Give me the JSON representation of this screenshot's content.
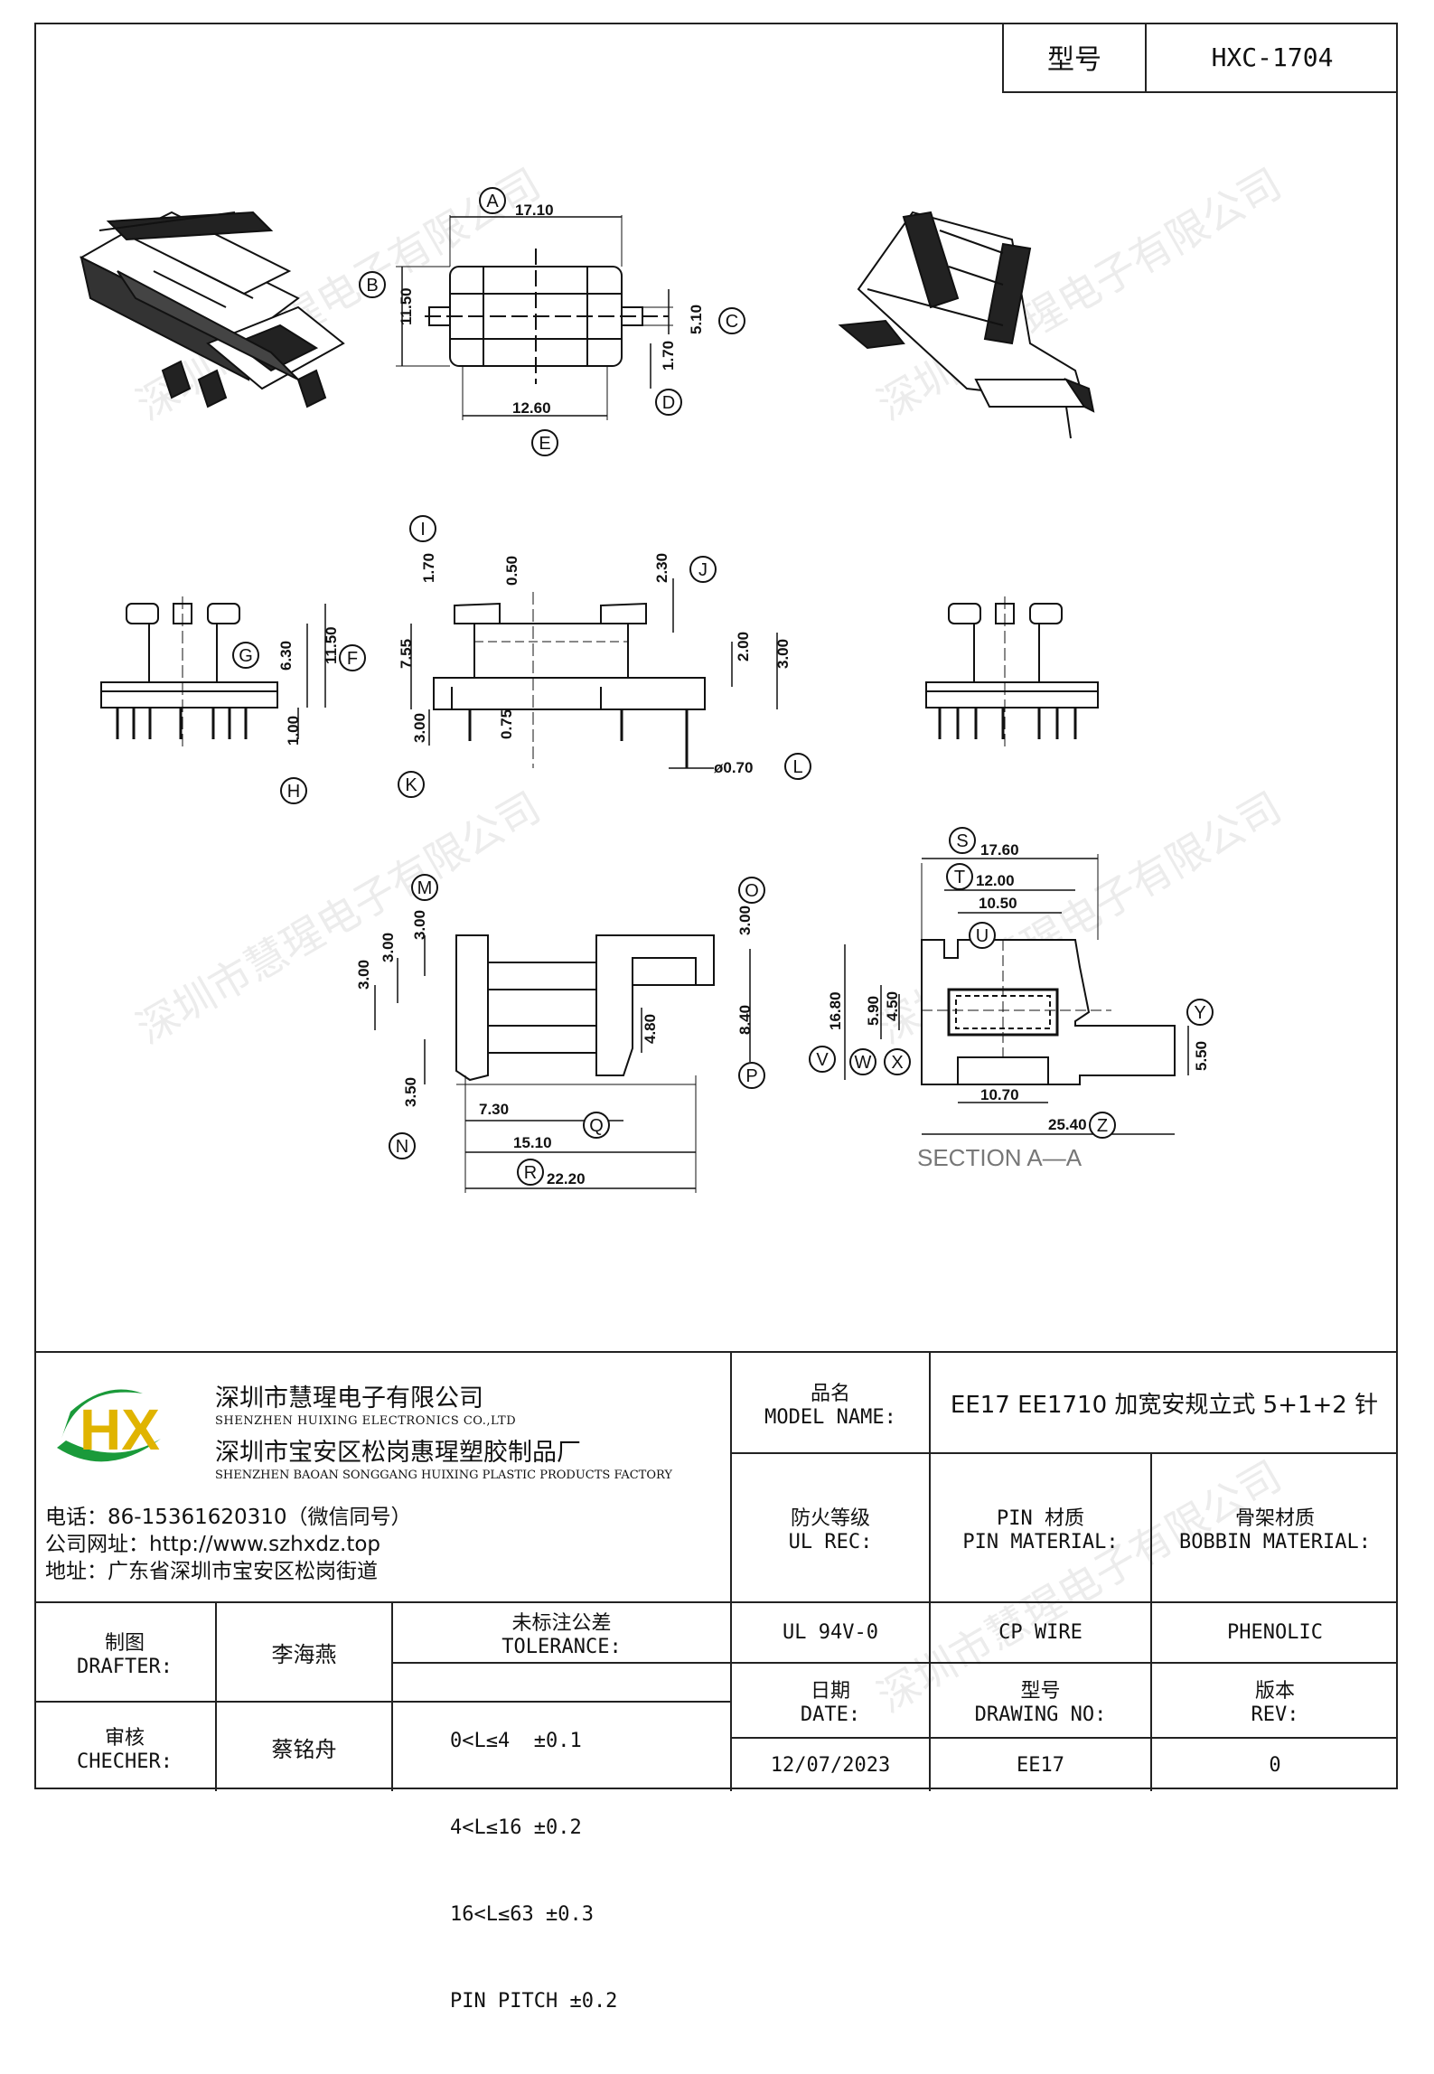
{
  "header": {
    "label": "型号",
    "value": "HXC-1704"
  },
  "watermark": "深圳市慧瑆电子有限公司",
  "drawing": {
    "top": {
      "A": "17.10",
      "B": "11.50",
      "C": "5.10",
      "D": "1.70",
      "E": "12.60"
    },
    "side": {
      "F": "11.50",
      "G": "6.30",
      "H": "1.00"
    },
    "front": {
      "I": "1.70",
      "i2": "0.50",
      "J": "2.30",
      "j2": "7.55",
      "j3": "2.00",
      "j4": "3.00",
      "K": "3.00",
      "k2": "0.75",
      "L": "ø0.70"
    },
    "bottom": {
      "M": "3.00",
      "m2": "3.00",
      "m3": "3.00",
      "N": "3.50",
      "O": "3.00",
      "P": "8.40",
      "p2": "4.80",
      "Q": "15.10",
      "q2": "7.30",
      "R": "22.20"
    },
    "section": {
      "S": "17.60",
      "T": "12.00",
      "U": "10.50",
      "V": "16.80",
      "W": "5.90",
      "X": "4.50",
      "Y": "5.50",
      "Z": "25.40",
      "z2": "10.70",
      "title": "SECTION A—A"
    }
  },
  "labels": [
    "A",
    "B",
    "C",
    "D",
    "E",
    "F",
    "G",
    "H",
    "I",
    "J",
    "K",
    "L",
    "M",
    "N",
    "O",
    "P",
    "Q",
    "R",
    "S",
    "T",
    "U",
    "V",
    "W",
    "X",
    "Y",
    "Z"
  ],
  "company": {
    "name_cn": "深圳市慧瑆电子有限公司",
    "name_en": "SHENZHEN HUIXING ELECTRONICS CO.,LTD",
    "factory_cn": "深圳市宝安区松岗惠瑆塑胶制品厂",
    "factory_en": "SHENZHEN BAOAN SONGGANG HUIXING PLASTIC PRODUCTS FACTORY",
    "phone": "电话：86-15361620310（微信同号）",
    "web": "公司网址：http://www.szhxdz.top",
    "address": "地址：广东省深圳市宝安区松岗街道",
    "logo_text": "HX"
  },
  "title_block": {
    "model_name_cn": "品名",
    "model_name_en": "MODEL NAME:",
    "model_value": "EE17 EE1710 加宽安规立式 5+1+2 针",
    "ul_cn": "防火等级",
    "ul_en": "UL REC:",
    "pin_cn": "PIN 材质",
    "pin_en": "PIN MATERIAL:",
    "bobbin_cn": "骨架材质",
    "bobbin_en": "BOBBIN MATERIAL:",
    "ul_value": "UL 94V-0",
    "pin_value": "CP WIRE",
    "bobbin_value": "PHENOLIC",
    "drafter_cn": "制图",
    "drafter_en": "DRAFTER:",
    "drafter_name": "李海燕",
    "checker_cn": "审核",
    "checker_en": "CHECHER:",
    "checker_name": "蔡铭舟",
    "tolerance_cn": "未标注公差",
    "tolerance_en": "TOLERANCE:",
    "tolerances": [
      "0<L≤4  ±0.1",
      "4<L≤16 ±0.2",
      "16<L≤63 ±0.3",
      "PIN PITCH ±0.2"
    ],
    "date_cn": "日期",
    "date_en": "DATE:",
    "date_value": "12/07/2023",
    "drawing_no_cn": "型号",
    "drawing_no_en": "DRAWING NO:",
    "drawing_no_value": "EE17",
    "rev_cn": "版本",
    "rev_en": "REV:",
    "rev_value": "0"
  }
}
